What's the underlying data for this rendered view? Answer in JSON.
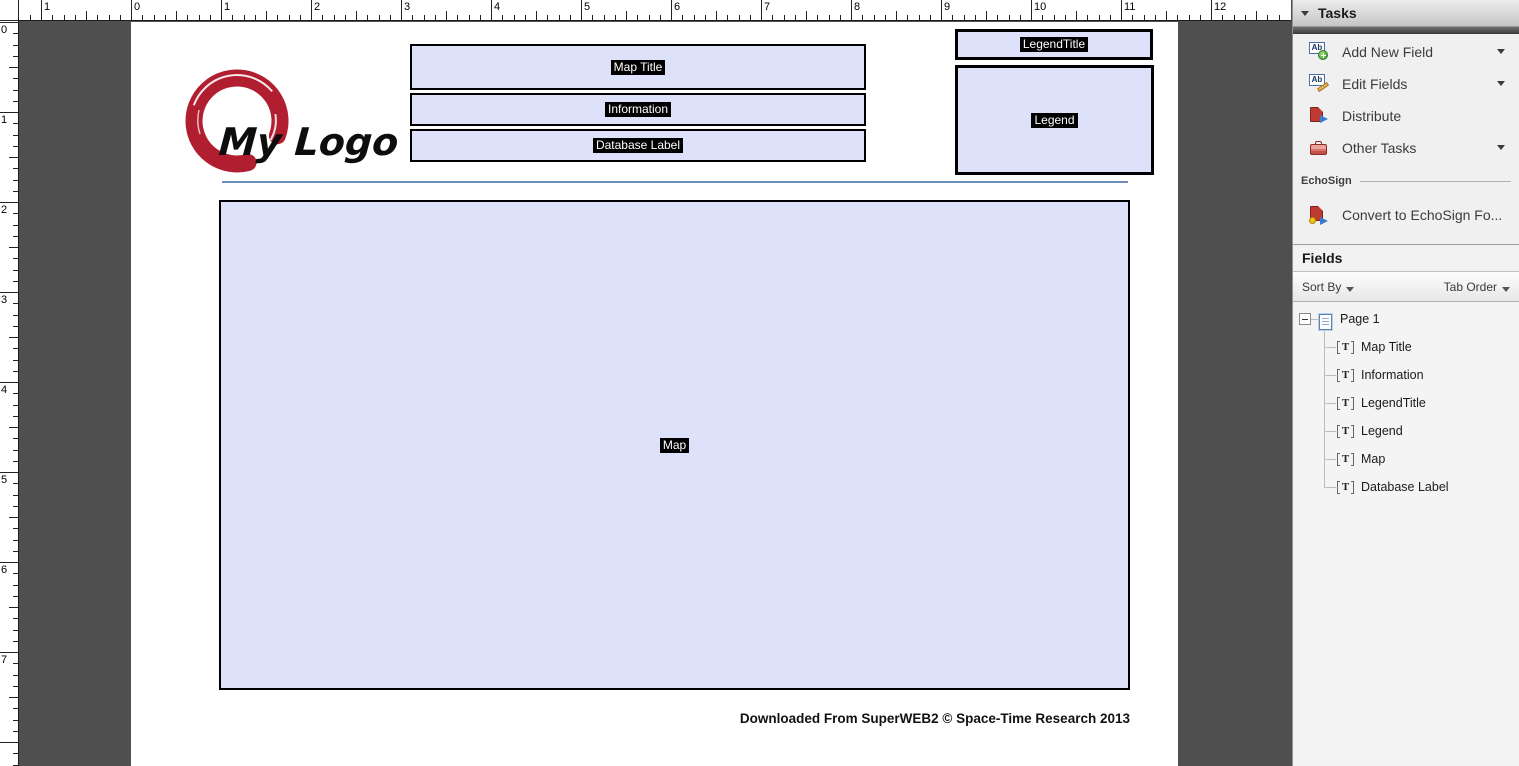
{
  "rulers": {
    "top": {
      "labels": [
        "1",
        "0",
        "1",
        "2",
        "3",
        "4",
        "5",
        "6",
        "7",
        "8",
        "9",
        "10",
        "11",
        "12"
      ],
      "first_unit": -1
    },
    "left": {
      "labels": [
        "0",
        "1",
        "2",
        "3",
        "4",
        "5",
        "6",
        "7"
      ],
      "first_unit": 0
    }
  },
  "page": {
    "logo": {
      "text": "My Logo",
      "color": "#b01e30"
    },
    "form_fields": {
      "map_title": "Map Title",
      "information": "Information",
      "database_label": "Database Label",
      "legend_title": "LegendTitle",
      "legend": "Legend",
      "map": "Map"
    },
    "footer": "Downloaded From SuperWEB2 © Space-Time Research 2013"
  },
  "panel": {
    "tasks": {
      "title": "Tasks",
      "items": [
        {
          "label": "Add New Field",
          "icon": "add-new-field-icon",
          "dropdown": true
        },
        {
          "label": "Edit Fields",
          "icon": "edit-fields-icon",
          "dropdown": true
        },
        {
          "label": "Distribute",
          "icon": "distribute-icon",
          "dropdown": false
        },
        {
          "label": "Other Tasks",
          "icon": "other-tasks-icon",
          "dropdown": true
        }
      ]
    },
    "echosign": {
      "section_label": "EchoSign",
      "convert_label": "Convert to EchoSign Fo...",
      "icon": "echosign-convert-icon"
    },
    "fields": {
      "title": "Fields",
      "sort_by_label": "Sort By",
      "tab_order_label": "Tab Order",
      "tree": {
        "root_label": "Page 1",
        "items": [
          {
            "label": "Map Title"
          },
          {
            "label": "Information"
          },
          {
            "label": "LegendTitle"
          },
          {
            "label": "Legend"
          },
          {
            "label": "Map"
          },
          {
            "label": "Database Label"
          }
        ]
      }
    }
  },
  "icons": {
    "ab_glyph": "Ab",
    "text_field_glyph": "T"
  },
  "colors": {
    "canvas": "#4f4f4f",
    "page": "#ffffff",
    "field_fill": "#dde2fa",
    "field_border": "#000000",
    "field_tag_bg": "#000000",
    "field_tag_text": "#ffffff",
    "header_rule_blue": "#6d8ebd",
    "logo_red": "#b01e30",
    "panel_bg": "#f0f0f0"
  }
}
